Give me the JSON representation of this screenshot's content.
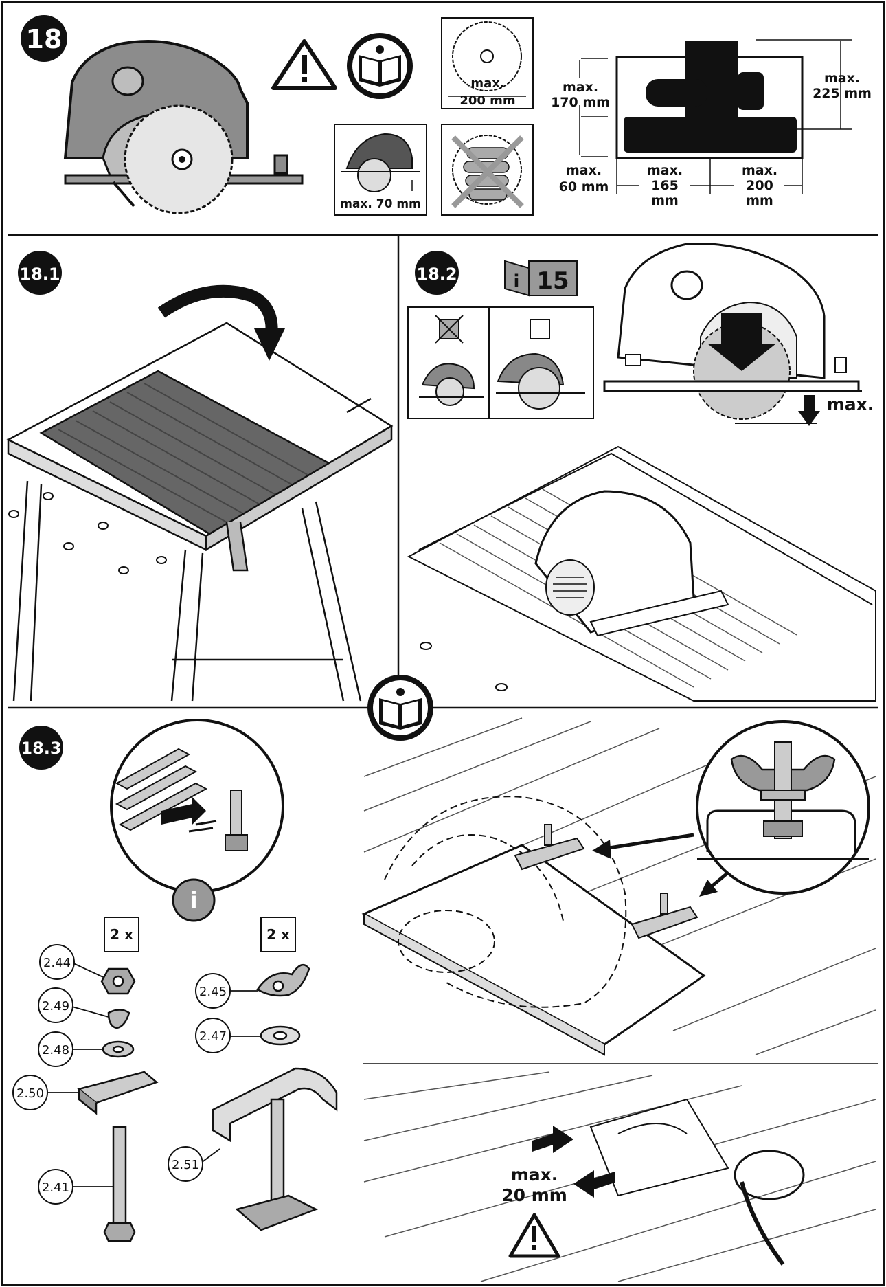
{
  "sections": {
    "main": {
      "badge": "18",
      "blade_max_line1": "max.",
      "blade_max_line2": "200 mm",
      "depth_max": "max. 70 mm",
      "dim_170_a": "max.",
      "dim_170_b": "170 mm",
      "dim_60_a": "max.",
      "dim_60_b": "60 mm",
      "dim_165_a": "max.",
      "dim_165_b": "165",
      "dim_165_c": "mm",
      "dim_200_a": "max.",
      "dim_200_b": "200",
      "dim_200_c": "mm",
      "dim_225_a": "max.",
      "dim_225_b": "225 mm"
    },
    "s18_1": {
      "badge": "18.1"
    },
    "s18_2": {
      "badge": "18.2",
      "manual_page": "15",
      "depth_label": "max."
    },
    "s18_3": {
      "badge": "18.3",
      "qty_left": "2 x",
      "qty_right": "2 x",
      "parts": [
        "2.44",
        "2.49",
        "2.48",
        "2.50",
        "2.41",
        "2.45",
        "2.47",
        "2.51"
      ],
      "gap_a": "max.",
      "gap_b": "20 mm"
    }
  }
}
